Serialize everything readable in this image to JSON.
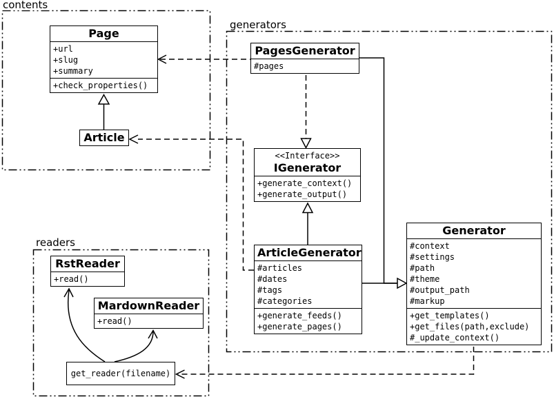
{
  "colors": {
    "ink": "#000000",
    "background": "#ffffff"
  },
  "packages": {
    "contents": {
      "label": "contents"
    },
    "generators": {
      "label": "generators"
    },
    "readers": {
      "label": "readers"
    }
  },
  "classes": {
    "page": {
      "name": "Page",
      "attrs": [
        "+url",
        "+slug",
        "+summary"
      ],
      "methods": [
        "+check_properties()"
      ]
    },
    "article": {
      "name": "Article"
    },
    "pages_generator": {
      "name": "PagesGenerator",
      "attrs": [
        "#pages"
      ]
    },
    "igenerator": {
      "stereotype": "<<Interface>>",
      "name": "IGenerator",
      "methods": [
        "+generate_context()",
        "+generate_output()"
      ]
    },
    "article_generator": {
      "name": "ArticleGenerator",
      "attrs": [
        "#articles",
        "#dates",
        "#tags",
        "#categories"
      ],
      "methods": [
        "+generate_feeds()",
        "+generate_pages()"
      ]
    },
    "generator": {
      "name": "Generator",
      "attrs": [
        "#context",
        "#settings",
        "#path",
        "#theme",
        "#output_path",
        "#markup"
      ],
      "methods": [
        "+get_templates()",
        "+get_files(path,exclude)",
        "#_update_context()"
      ]
    },
    "rst_reader": {
      "name": "RstReader",
      "methods": [
        "+read()"
      ]
    },
    "markdown_reader": {
      "name": "MardownReader",
      "methods": [
        "+read()"
      ]
    },
    "get_reader": {
      "name": "get_reader(filename)"
    }
  }
}
